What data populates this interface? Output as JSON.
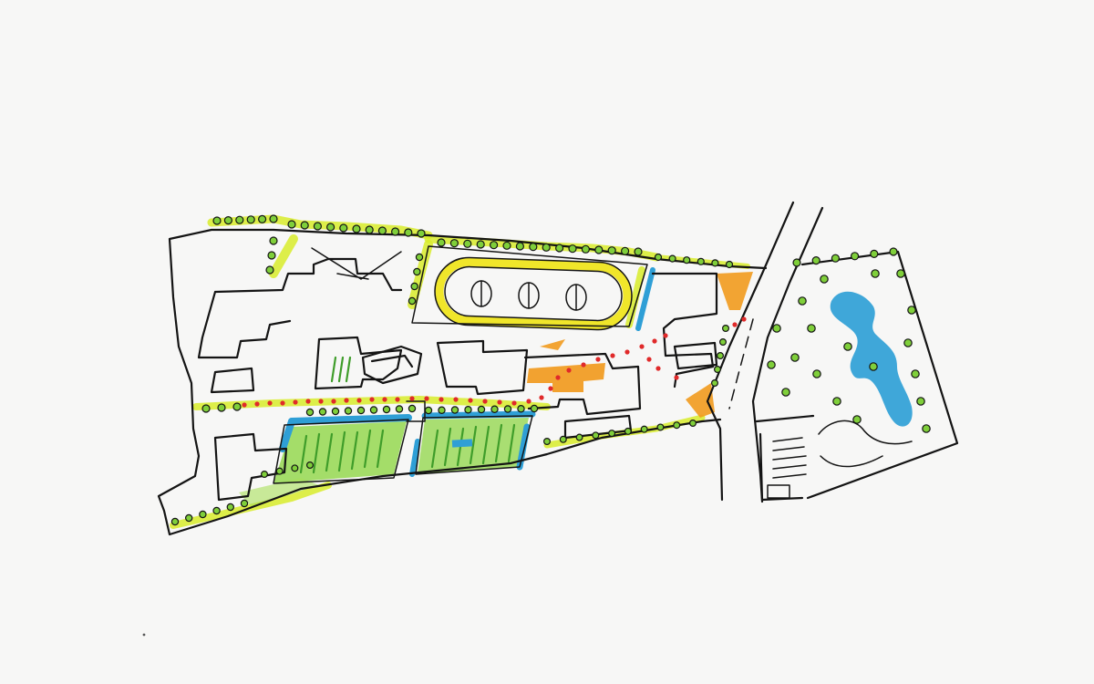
{
  "colors": {
    "paper": "#f7f7f6",
    "ink": "#141414",
    "vegetation_yellow": "#d8ec2a",
    "lawn_green": "#7fcf3a",
    "dark_green": "#3f9d2a",
    "water_blue": "#2f9fd6",
    "building_orange": "#f19a1e",
    "path_red": "#e02a2a",
    "track_yellow": "#f0e62a"
  },
  "layers": [
    "site-boundary",
    "tree-lines",
    "buildings",
    "sports-track",
    "green-courtyards",
    "pond",
    "pedestrian-path",
    "road",
    "parking"
  ]
}
